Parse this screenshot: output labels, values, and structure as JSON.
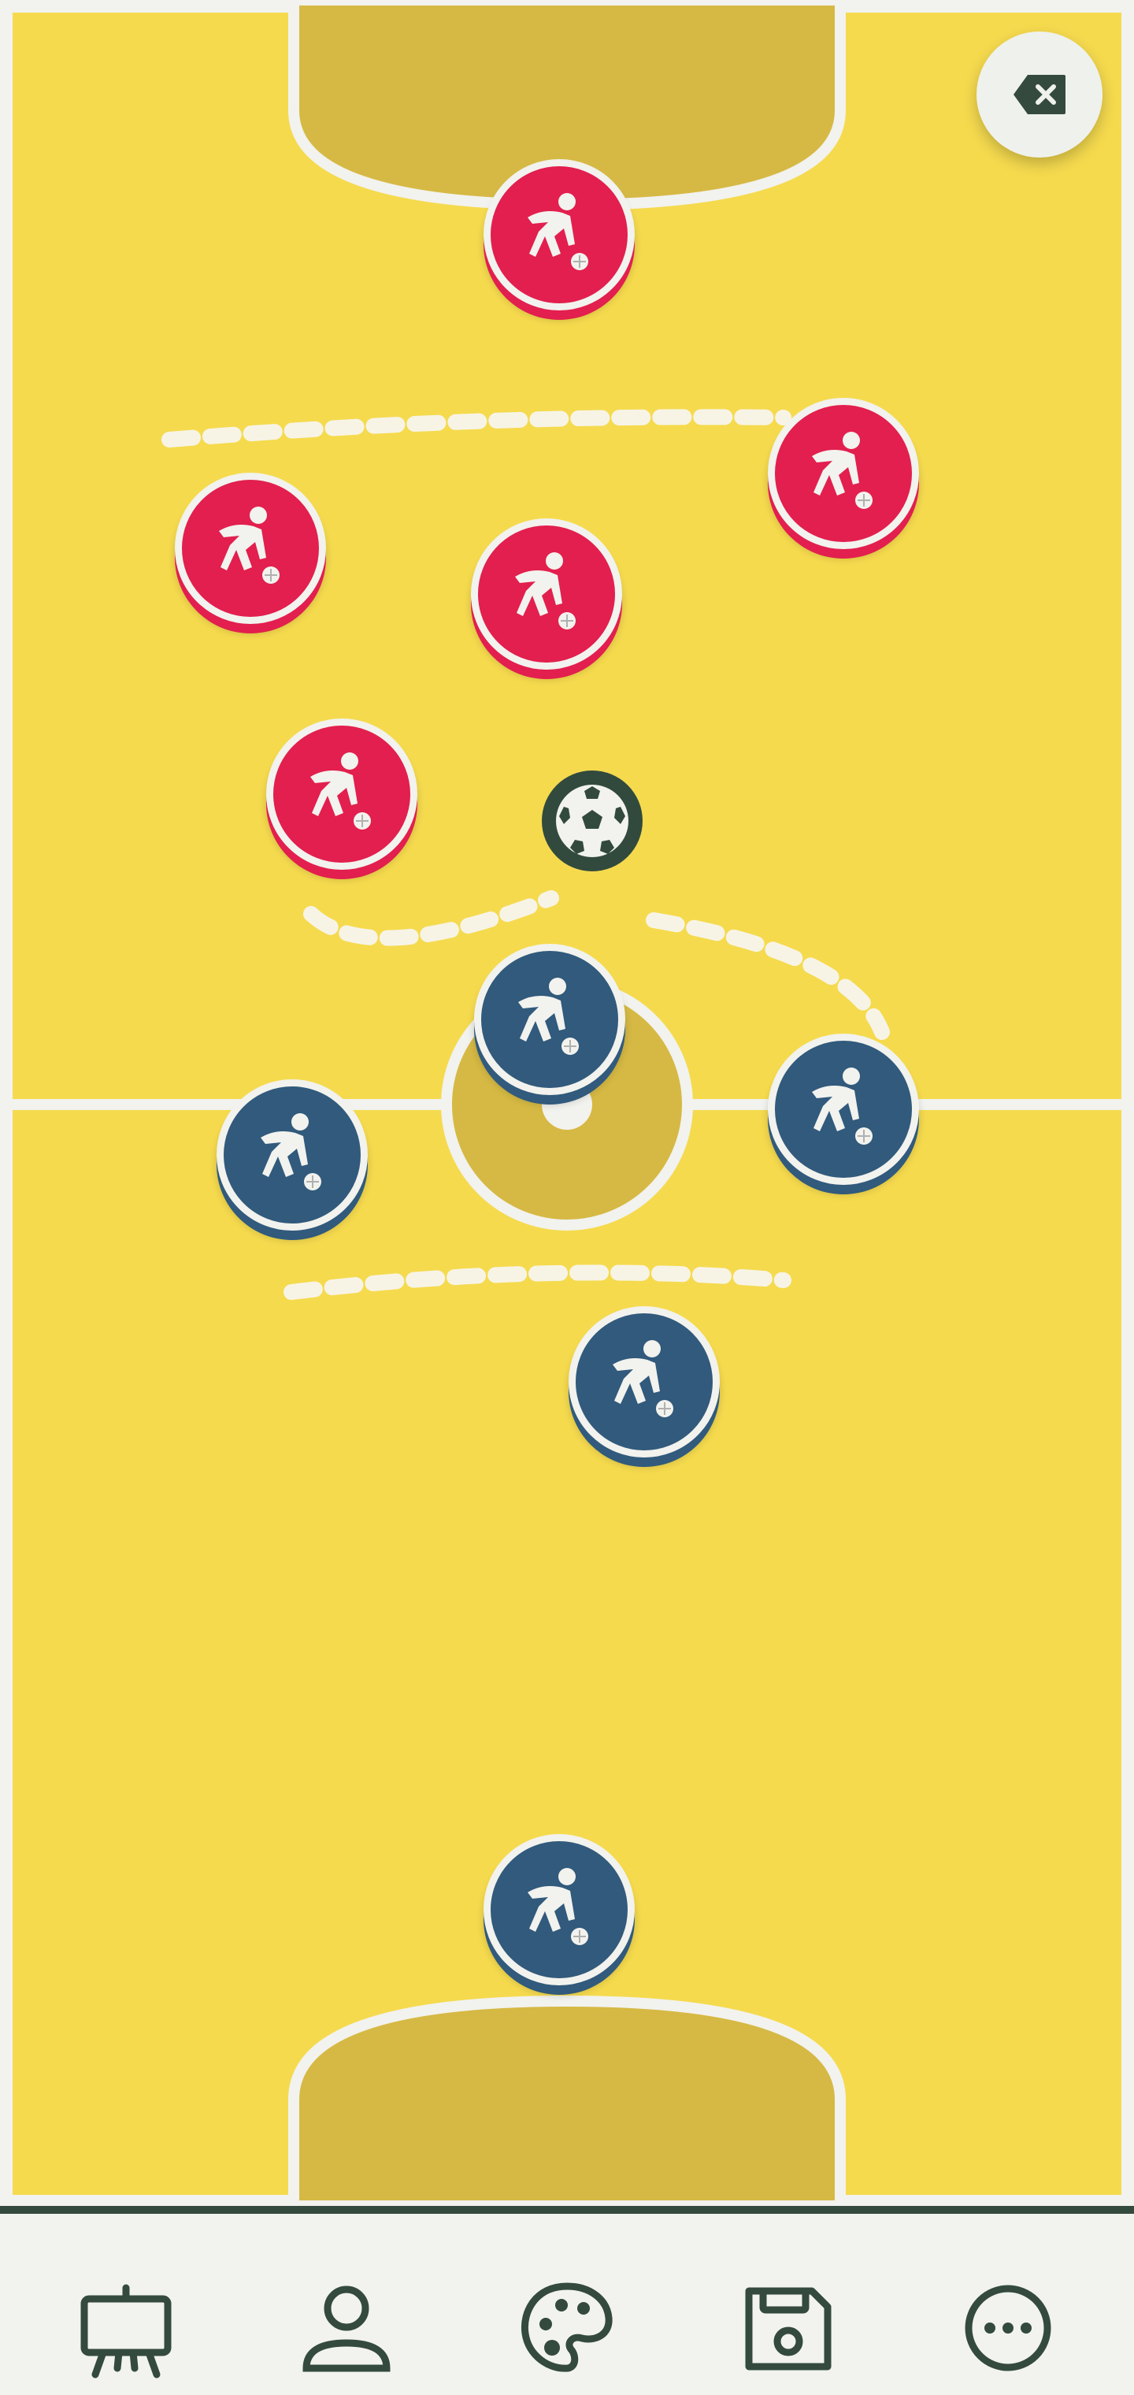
{
  "app": {
    "screen": "tactics-board"
  },
  "colors": {
    "pitch": "#f5da4e",
    "goal_area": "#d6b944",
    "lines": "#f2f2ee",
    "home_team": "#e21f4e",
    "away_team": "#315a7c",
    "ball": "#324a3d",
    "toolbar_icons": "#344a3e"
  },
  "header": {
    "close_icon": "close-x-icon"
  },
  "players": {
    "red": [
      {
        "id": "red-goalkeeper",
        "icon": "kicking-player-icon"
      },
      {
        "id": "red-left",
        "icon": "kicking-player-icon"
      },
      {
        "id": "red-right",
        "icon": "kicking-player-icon"
      },
      {
        "id": "red-center",
        "icon": "kicking-player-icon"
      },
      {
        "id": "red-forward",
        "icon": "kicking-player-icon"
      }
    ],
    "blue": [
      {
        "id": "blue-top-center",
        "icon": "kicking-player-icon"
      },
      {
        "id": "blue-left",
        "icon": "kicking-player-icon"
      },
      {
        "id": "blue-right",
        "icon": "kicking-player-icon"
      },
      {
        "id": "blue-middle",
        "icon": "kicking-player-icon"
      },
      {
        "id": "blue-goalkeeper",
        "icon": "kicking-player-icon"
      }
    ]
  },
  "ball": {
    "icon": "soccer-ball-icon"
  },
  "toolbar": {
    "items": [
      {
        "icon": "easel-board-icon"
      },
      {
        "icon": "person-icon"
      },
      {
        "icon": "palette-icon"
      },
      {
        "icon": "save-floppy-icon"
      },
      {
        "icon": "more-options-icon"
      }
    ]
  }
}
